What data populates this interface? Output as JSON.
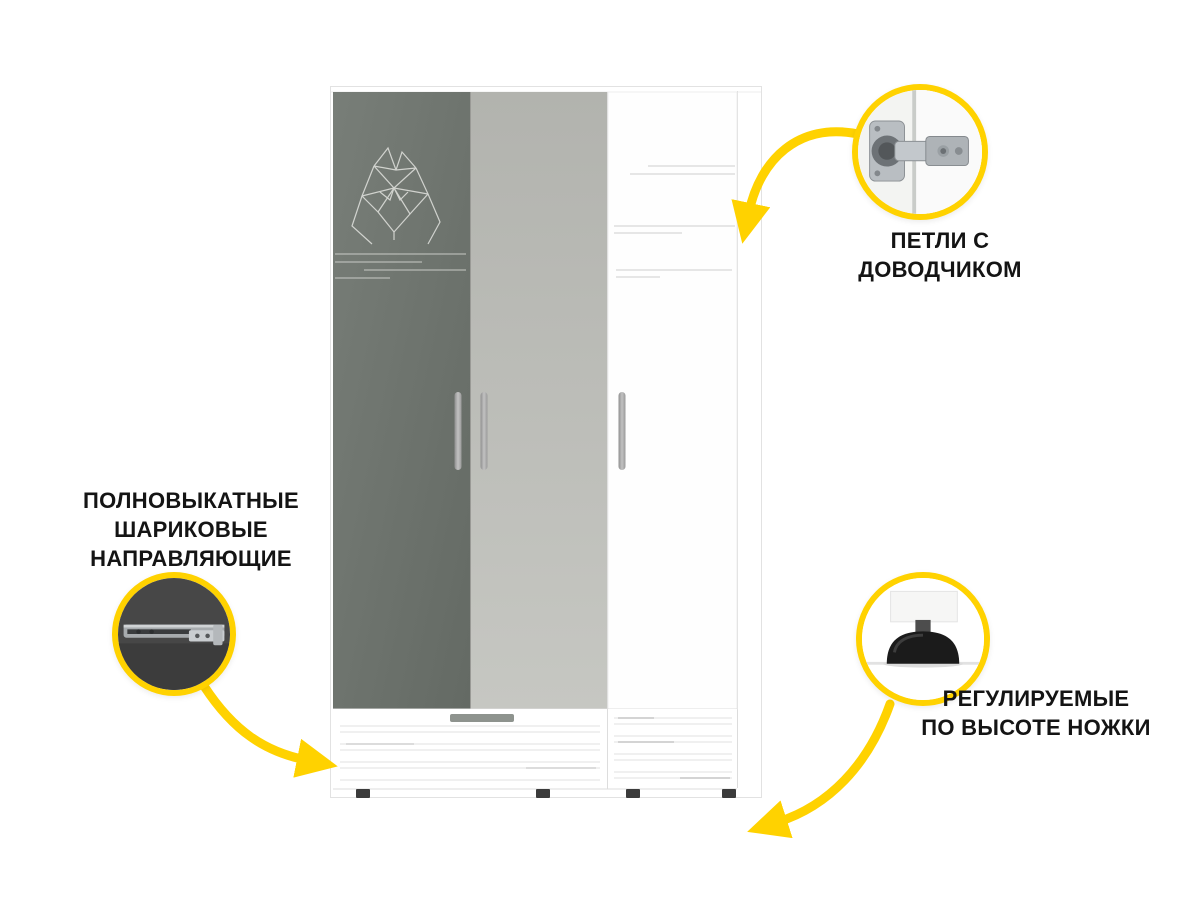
{
  "colors": {
    "accent_yellow": "#ffd200",
    "left_door": "#6f756f",
    "mirror_door": "#bcbdb8",
    "cabinet_body": "#ffffff",
    "text": "#141414"
  },
  "callouts": {
    "hinges": {
      "lines": [
        "ПЕТЛИ С",
        "ДОВОДЧИКОМ"
      ]
    },
    "slides": {
      "lines": [
        "ПОЛНОВЫКАТНЫЕ",
        "ШАРИКОВЫЕ",
        "НАПРАВЛЯЮЩИЕ"
      ]
    },
    "feet": {
      "lines": [
        "РЕГУЛИРУЕМЫЕ",
        "ПО ВЫСОТЕ НОЖКИ"
      ]
    }
  }
}
